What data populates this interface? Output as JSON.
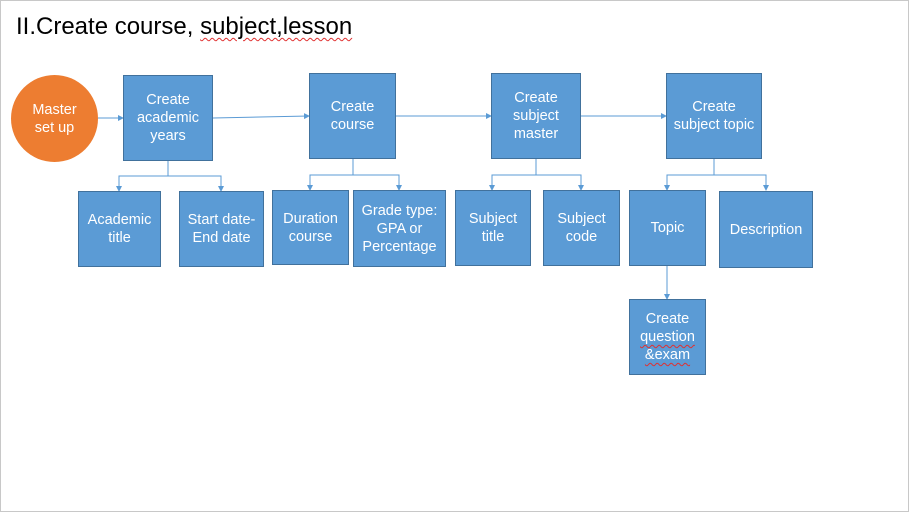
{
  "title": {
    "prefix": "II.Create course, ",
    "word1": "subject,lesson"
  },
  "colors": {
    "box_fill": "#5b9bd5",
    "box_border": "#41719c",
    "circle_fill": "#ed7d31",
    "connector": "#5b9bd5"
  },
  "nodes": {
    "master_setup": "Master set up",
    "academic_years": "Create academic years",
    "academic_title": "Academic title",
    "start_end_date": "Start date-End date",
    "create_course": "Create course",
    "duration_course": "Duration course",
    "grade_type": "Grade type: GPA or Percentage",
    "subject_master": "Create subject master",
    "subject_title": "Subject title",
    "subject_code": "Subject code",
    "subject_topic": "Create subject topic",
    "topic": "Topic",
    "description": "Description",
    "question_exam_line1": "Create",
    "question_exam_line2": "question",
    "question_exam_line3": "&exam"
  }
}
